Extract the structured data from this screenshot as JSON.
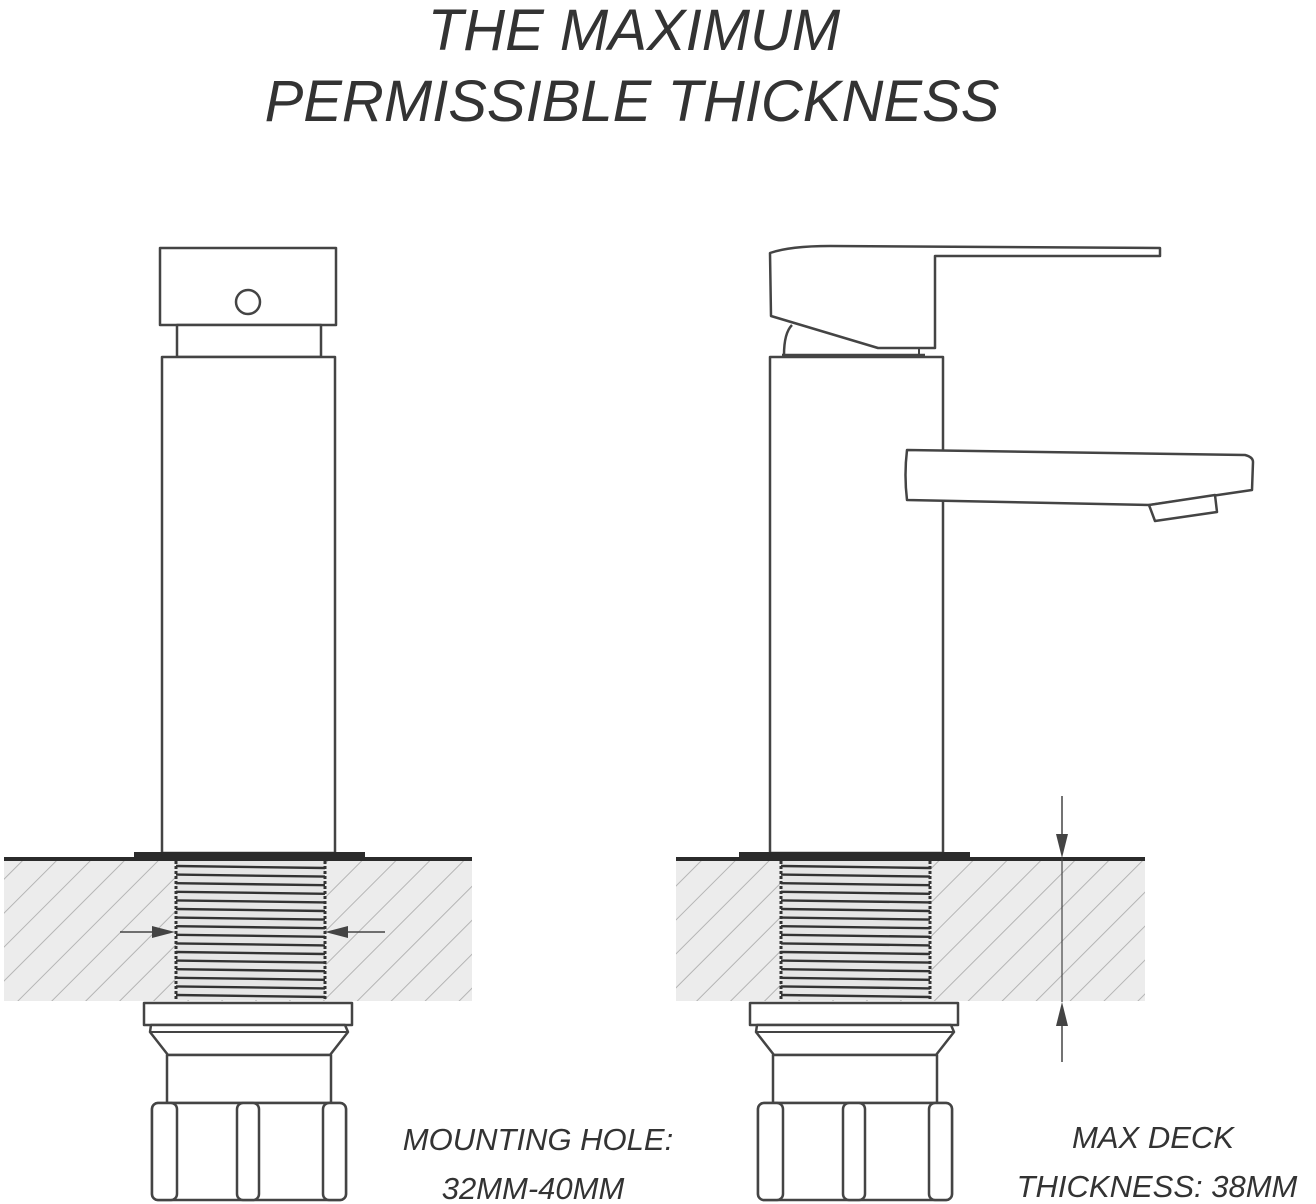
{
  "title": {
    "line1": "THE MAXIMUM",
    "line2": "PERMISSIBLE THICKNESS"
  },
  "left_label": {
    "line1": "MOUNTING HOLE:",
    "line2": "32MM-40MM"
  },
  "right_label": {
    "line1": "MAX DECK",
    "line2": "THICKNESS: 38MM"
  },
  "colors": {
    "line": "#444444",
    "deck": "#2b2b2b",
    "hatch_bg": "#ececec",
    "hatch_line": "#b5b5b5",
    "text": "#333333"
  }
}
